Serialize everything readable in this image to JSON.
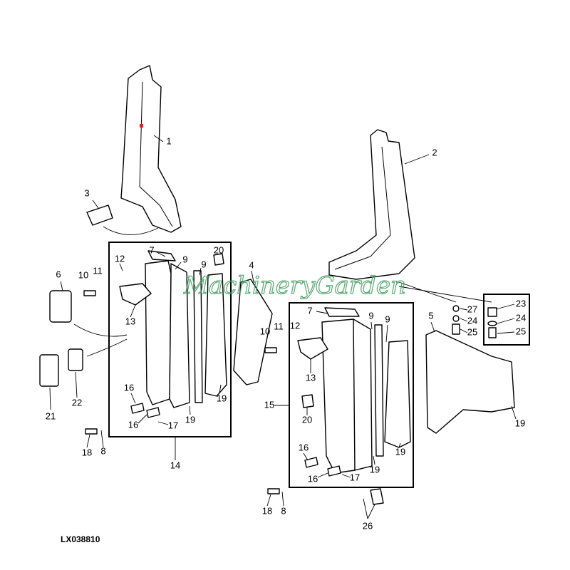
{
  "diagram": {
    "code": "LX038810",
    "watermark": "MachineryGarden",
    "callouts": [
      "1",
      "2",
      "3",
      "4",
      "5",
      "6",
      "7",
      "9",
      "9",
      "20",
      "12",
      "10",
      "11",
      "13",
      "16",
      "16",
      "17",
      "18",
      "8",
      "19",
      "19",
      "14",
      "21",
      "22",
      "10",
      "11",
      "12",
      "7",
      "9",
      "9",
      "13",
      "15",
      "20",
      "16",
      "16",
      "17",
      "18",
      "8",
      "19",
      "19",
      "26",
      "23",
      "24",
      "25",
      "27",
      "24",
      "25",
      "19"
    ],
    "accent_color": "#e02020",
    "watermark_color": "#3a9a5a"
  }
}
